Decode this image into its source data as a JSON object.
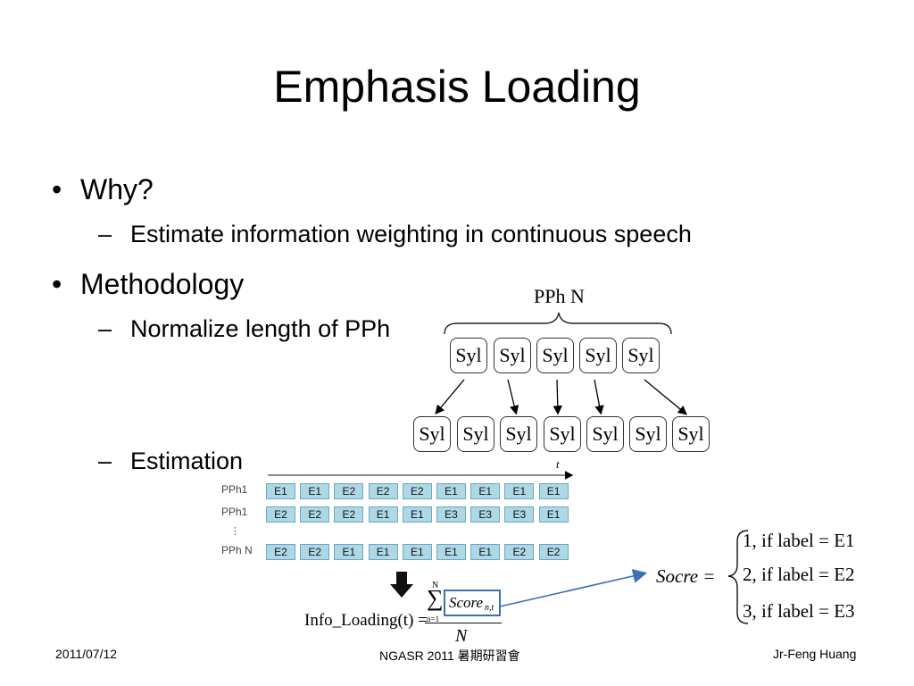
{
  "slide": {
    "title": "Emphasis Loading",
    "bullets": [
      {
        "text": "Why?",
        "subs": [
          "Estimate information weighting in continuous speech"
        ]
      },
      {
        "text": "Methodology",
        "subs": [
          "Normalize length of PPh",
          "Estimation"
        ]
      }
    ],
    "bullet_glyph": "•",
    "sub_glyph": "–"
  },
  "pph_diagram": {
    "label": "PPh N",
    "top_syllables": [
      "Syl",
      "Syl",
      "Syl",
      "Syl",
      "Syl"
    ],
    "bottom_syllables": [
      "Syl",
      "Syl",
      "Syl",
      "Syl",
      "Syl",
      "Syl",
      "Syl"
    ]
  },
  "estimation": {
    "time_label": "t",
    "rows": [
      {
        "label": "PPh1",
        "cells": [
          "E1",
          "E1",
          "E2",
          "E2",
          "E2",
          "E1",
          "E1",
          "E1",
          "E1"
        ]
      },
      {
        "label": "PPh1",
        "cells": [
          "E2",
          "E2",
          "E2",
          "E1",
          "E1",
          "E3",
          "E3",
          "E3",
          "E1"
        ]
      },
      {
        "label": "PPh N",
        "cells": [
          "E2",
          "E2",
          "E1",
          "E1",
          "E1",
          "E1",
          "E1",
          "E2",
          "E2"
        ]
      }
    ],
    "ellipsis": "⋮",
    "formula_left": "Info_Loading(t) =",
    "sum_top": "N",
    "sum_bottom": "n=1",
    "sum_symbol": "∑",
    "score_term": "Score",
    "score_subscript": "n,t",
    "denominator": "N",
    "colors": {
      "cell_fill": "#aed8e6",
      "cell_border": "#6aa9bd",
      "highlight_box": "#3b6fb6",
      "arrow": "#3b6fb6"
    }
  },
  "score_def": {
    "lhs": "Socre =",
    "cases": [
      "1, if  label = E1",
      "2, if  label = E2",
      "3, if  label = E3"
    ]
  },
  "footer": {
    "date": "2011/07/12",
    "center": "NGASR 2011 暑期研習會",
    "author": "Jr-Feng Huang"
  }
}
